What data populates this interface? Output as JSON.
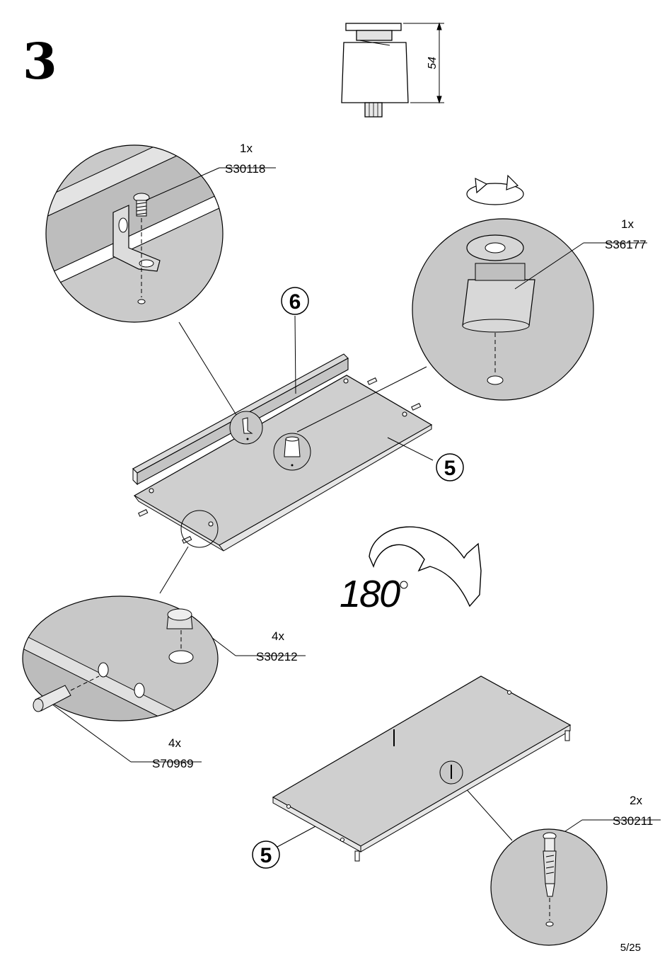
{
  "step_number": "3",
  "dimension": "54",
  "rotation": {
    "angle": "180",
    "unit": "°"
  },
  "callouts": [
    {
      "qty": "1x",
      "code": "S30118"
    },
    {
      "qty": "1x",
      "code": "S36177"
    },
    {
      "qty": "4x",
      "code": "S30212"
    },
    {
      "qty": "4x",
      "code": "S70969"
    },
    {
      "qty": "2x",
      "code": "S30211"
    }
  ],
  "part_numbers": [
    "6",
    "5",
    "5"
  ],
  "page_number": "5/25",
  "colors": {
    "panel": "#cfcfcf",
    "detail": "#c8c8c8",
    "ink": "#000000"
  }
}
